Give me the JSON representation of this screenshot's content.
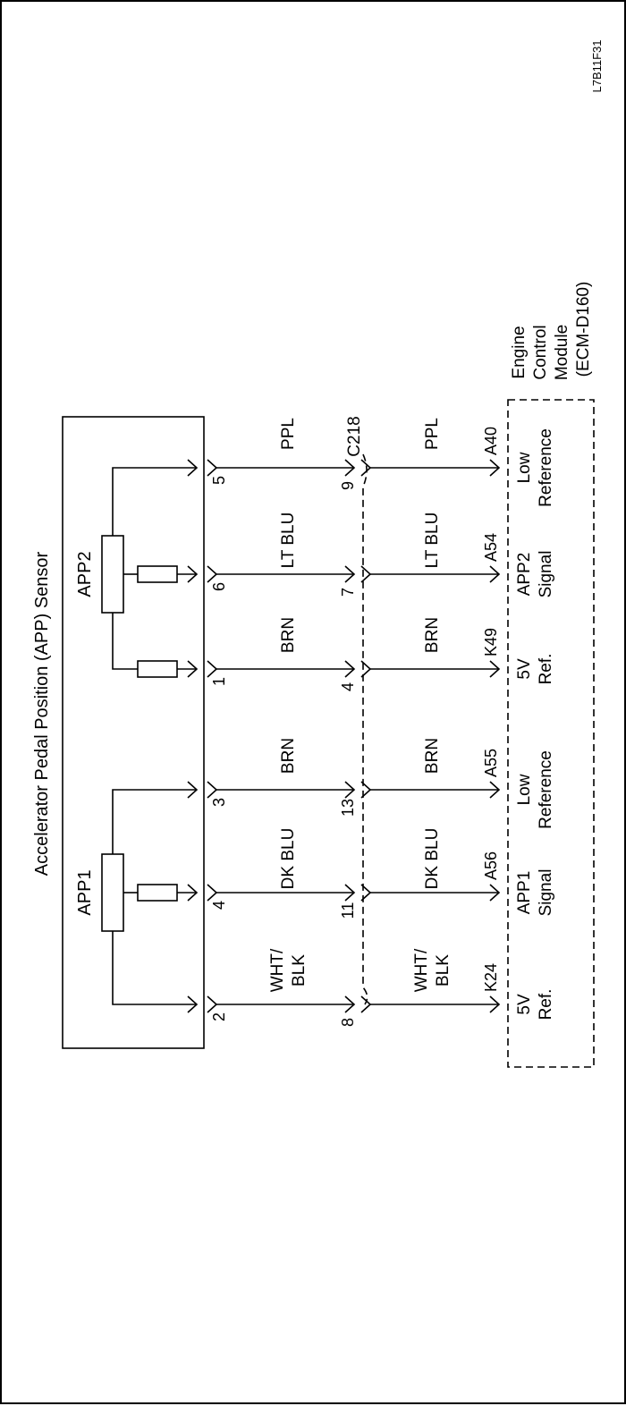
{
  "sensor": {
    "title": "Accelerator Pedal Position (APP) Sensor",
    "app1_label": "APP1",
    "app2_label": "APP2"
  },
  "connector": {
    "label": "C218"
  },
  "ecm": {
    "lines": [
      "Engine",
      "Control",
      "Module",
      "(ECM-D160)"
    ]
  },
  "figure_id": "L7B11F31",
  "circuits": [
    {
      "sensor_pin": "2",
      "wire_upper": [
        "WHT/",
        "BLK"
      ],
      "c218_pin": "8",
      "wire_lower": [
        "WHT/",
        "BLK"
      ],
      "ecm_pin": "K24",
      "function": [
        "5V",
        "Ref."
      ]
    },
    {
      "sensor_pin": "4",
      "wire_upper": [
        "DK BLU"
      ],
      "c218_pin": "11",
      "wire_lower": [
        "DK BLU"
      ],
      "ecm_pin": "A56",
      "function": [
        "APP1",
        "Signal"
      ]
    },
    {
      "sensor_pin": "3",
      "wire_upper": [
        "BRN"
      ],
      "c218_pin": "13",
      "wire_lower": [
        "BRN"
      ],
      "ecm_pin": "A55",
      "function": [
        "Low",
        "Reference"
      ]
    },
    {
      "sensor_pin": "1",
      "wire_upper": [
        "BRN"
      ],
      "c218_pin": "4",
      "wire_lower": [
        "BRN"
      ],
      "ecm_pin": "K49",
      "function": [
        "5V",
        "Ref."
      ]
    },
    {
      "sensor_pin": "6",
      "wire_upper": [
        "LT BLU"
      ],
      "c218_pin": "7",
      "wire_lower": [
        "LT BLU"
      ],
      "ecm_pin": "A54",
      "function": [
        "APP2",
        "Signal"
      ]
    },
    {
      "sensor_pin": "5",
      "wire_upper": [
        "PPL"
      ],
      "c218_pin": "9",
      "wire_lower": [
        "PPL"
      ],
      "ecm_pin": "A40",
      "function": [
        "Low",
        "Reference"
      ]
    }
  ]
}
